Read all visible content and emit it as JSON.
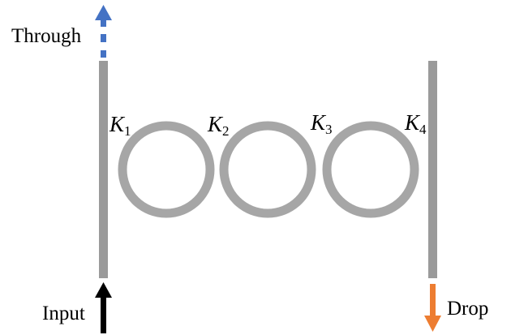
{
  "ports": {
    "through": "Through",
    "input": "Input",
    "drop": "Drop"
  },
  "couplings": [
    {
      "symbol": "K",
      "index": "1"
    },
    {
      "symbol": "K",
      "index": "2"
    },
    {
      "symbol": "K",
      "index": "3"
    },
    {
      "symbol": "K",
      "index": "4"
    }
  ],
  "colors": {
    "waveguide": "#9a9a9a",
    "ring": "#a6a6a6",
    "through_arrow": "#4472c4",
    "input_arrow": "#000000",
    "drop_arrow": "#ed7d31"
  },
  "icons": [
    "through-arrow-icon",
    "input-arrow-icon",
    "drop-arrow-icon"
  ]
}
